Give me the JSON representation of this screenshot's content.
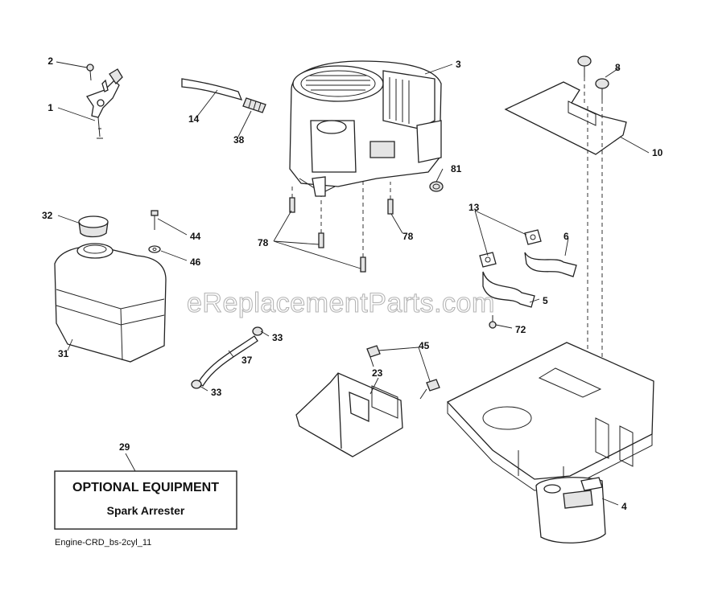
{
  "callouts": {
    "c1": "1",
    "c2": "2",
    "c3": "3",
    "c4": "4",
    "c5": "5",
    "c6": "6",
    "c8": "8",
    "c10": "10",
    "c13": "13",
    "c14": "14",
    "c23": "23",
    "c29": "29",
    "c31": "31",
    "c32": "32",
    "c33a": "33",
    "c33b": "33",
    "c37": "37",
    "c38": "38",
    "c44": "44",
    "c45": "45",
    "c46": "46",
    "c72": "72",
    "c78a": "78",
    "c78b": "78",
    "c81": "81"
  },
  "optional_box": {
    "title": "OPTIONAL EQUIPMENT",
    "subtitle": "Spark Arrester"
  },
  "watermark": "eReplacementParts.com",
  "caption": "Engine-CRD_bs-2cyl_11"
}
